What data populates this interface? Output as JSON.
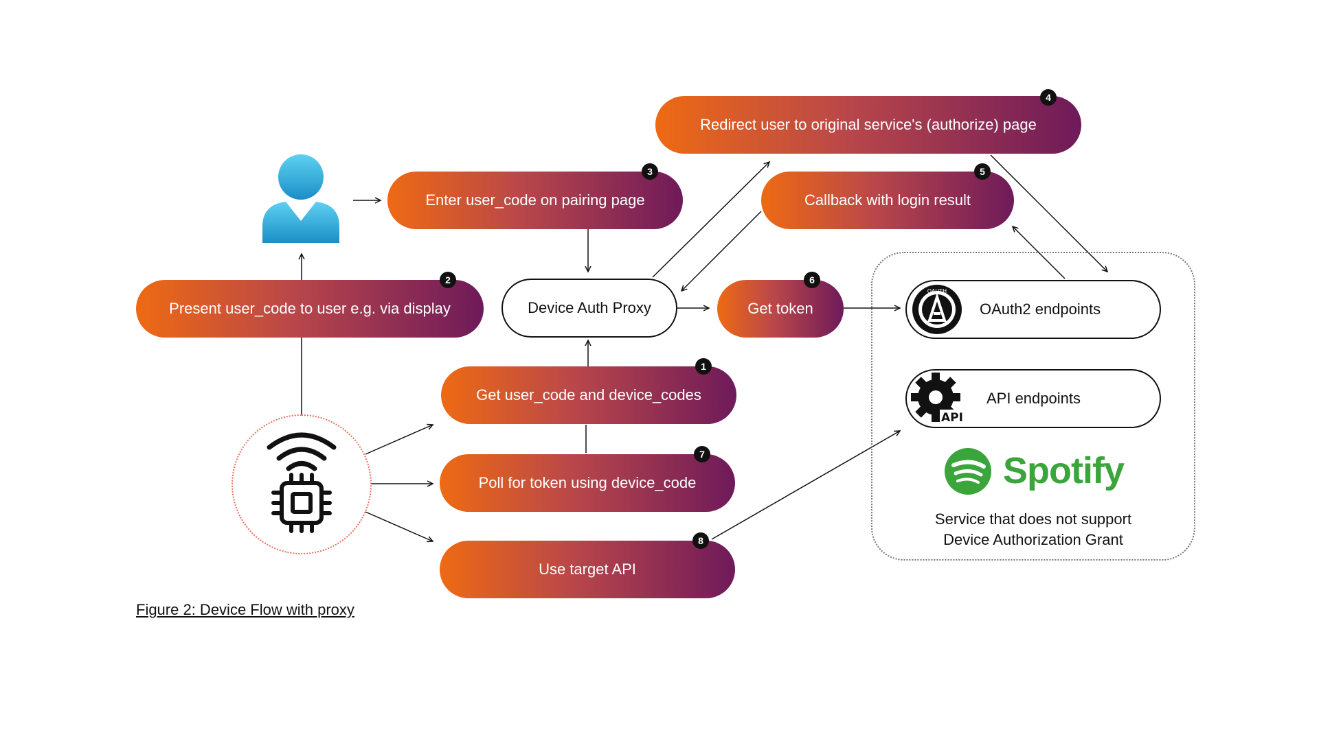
{
  "caption": "Figure 2: Device Flow with proxy",
  "steps": [
    {
      "number": "1",
      "label": "Get user_code and device_codes"
    },
    {
      "number": "2",
      "label": "Present user_code to user e.g. via display"
    },
    {
      "number": "3",
      "label": "Enter user_code on pairing page"
    },
    {
      "number": "4",
      "label": "Redirect user to original service's (authorize) page"
    },
    {
      "number": "5",
      "label": "Callback with login result"
    },
    {
      "number": "6",
      "label": "Get token"
    },
    {
      "number": "7",
      "label": "Poll for token using device_code"
    },
    {
      "number": "8",
      "label": "Use target API"
    }
  ],
  "proxy": {
    "label": "Device Auth Proxy"
  },
  "service": {
    "oauth_label": "OAuth2 endpoints",
    "oauth_logo_text": "OAUTH",
    "api_label": "API endpoints",
    "api_icon_text": "API",
    "brand": "Spotify",
    "description_line1": "Service that does not support",
    "description_line2": "Device Authorization Grant"
  },
  "colors": {
    "gradient_start": "#ee6a13",
    "gradient_mid": "#b9474a",
    "gradient_end": "#6e1a5a",
    "spotify_green": "#3aa53a",
    "user_icon": "#2ab0de"
  },
  "icons": [
    "user-icon",
    "wifi-icon",
    "chip-icon",
    "oauth-logo-icon",
    "api-gear-icon",
    "spotify-logo-icon"
  ]
}
